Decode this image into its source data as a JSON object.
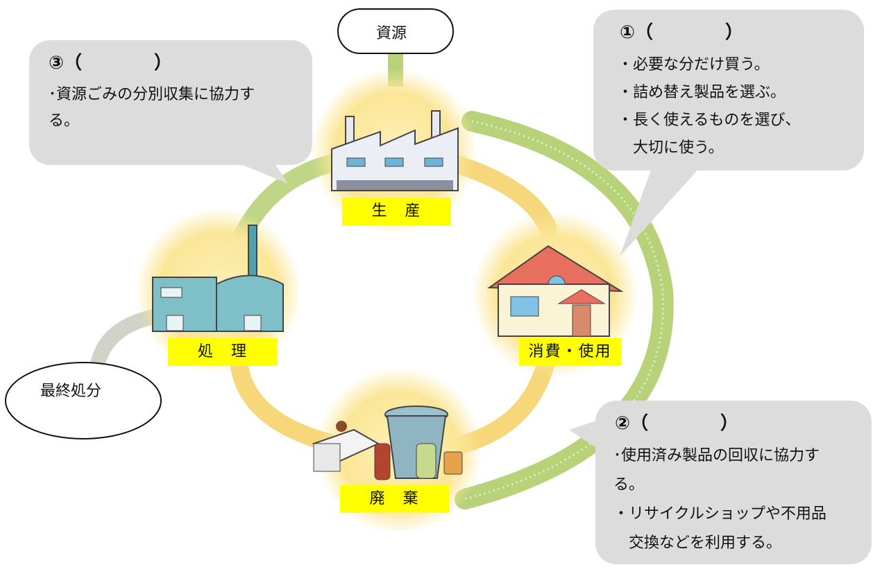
{
  "diagram": {
    "source_label": "資源",
    "final_label": "最終処分",
    "stages": {
      "production": "生　産",
      "consumption": "消費・使用",
      "disposal": "廃　棄",
      "treatment": "処　理"
    }
  },
  "bubbles": {
    "one": {
      "title": "①（　　　　）",
      "lines": [
        "・必要な分だけ買う。",
        "・詰め替え製品を選ぶ。",
        "・長く使えるものを選び、",
        "　大切に使う。"
      ]
    },
    "two": {
      "title": "②（　　　　）",
      "lines": [
        "･使用済み製品の回収に協力す",
        "る。",
        "・リサイクルショップや不用品",
        "　交換などを利用する。"
      ]
    },
    "three": {
      "title": "③（　　　　）",
      "lines": [
        "･資源ごみの分別収集に協力す",
        "る。"
      ]
    }
  },
  "colors": {
    "ring_green": "#b8d27a",
    "ring_yellow": "#f6d77a",
    "glow": "#fbe79a",
    "bubble": "#dcdcdc",
    "label_bg": "#ffff00"
  }
}
